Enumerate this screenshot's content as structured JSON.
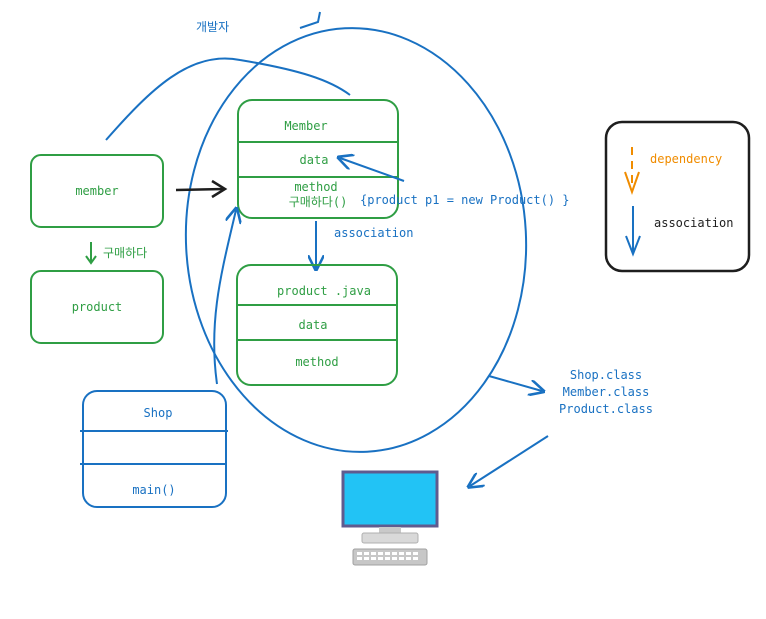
{
  "developer_label": "개발자",
  "member_box": {
    "label": "member"
  },
  "product_box": {
    "label": "product"
  },
  "buy_label": "구매하다",
  "member_class": {
    "title": "Member",
    "field": "data",
    "method": "method",
    "method2": "구매하다()"
  },
  "product_class": {
    "title": "product .java",
    "field": "data",
    "method": "method"
  },
  "shop_class": {
    "title": "Shop",
    "method": "main()"
  },
  "code_note": "{product p1 = new Product() }",
  "association_label": "association",
  "class_files": [
    "Shop.class",
    "Member.class",
    "Product.class"
  ],
  "legend": {
    "dependency": "dependency",
    "association": "association"
  },
  "colors": {
    "green": "#2f9e44",
    "blue": "#1971c2",
    "orange": "#f08c00",
    "dark": "#1e1e1e",
    "screen": "#22c3f5",
    "monitor_frame": "#5f5b8f"
  }
}
